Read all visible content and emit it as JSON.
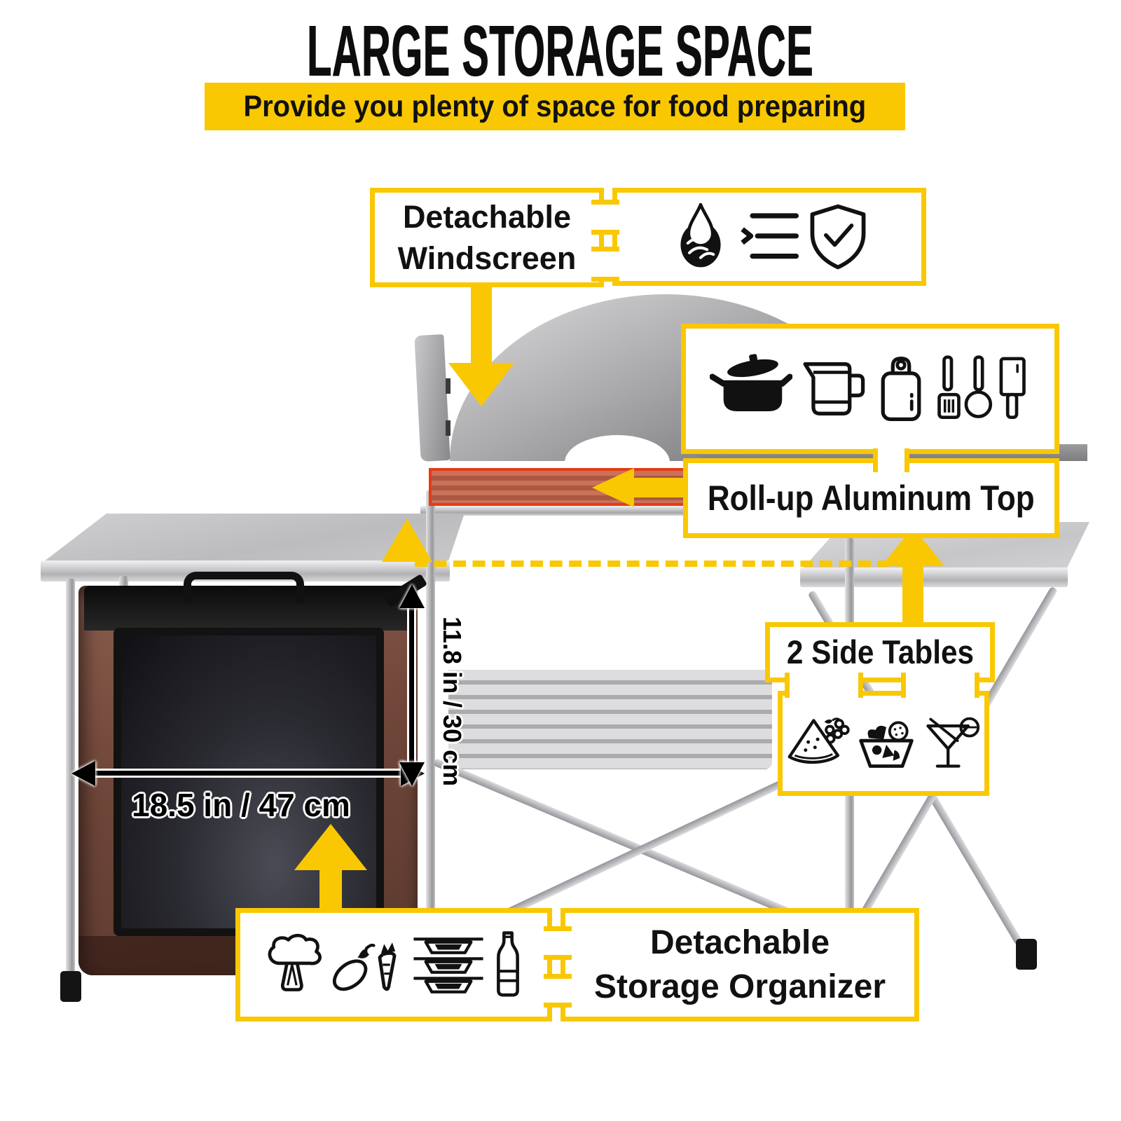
{
  "header": {
    "title": "LARGE STORAGE SPACE",
    "subtitle": "Provide you plenty of space for food preparing"
  },
  "callouts": {
    "windscreen": {
      "line1": "Detachable",
      "line2": "Windscreen"
    },
    "rolltop": {
      "label": "Roll-up Aluminum Top"
    },
    "side_tables": {
      "label": "2 Side Tables"
    },
    "organizer": {
      "line1": "Detachable",
      "line2": "Storage Organizer"
    }
  },
  "dimensions": {
    "width_label": "18.5 in / 47 cm",
    "height_label": "11.8 in / 30 cm"
  },
  "icon_groups": {
    "windscreen_features": [
      "water-drop-fire-icon",
      "checklist-icon",
      "shield-check-icon"
    ],
    "cookware": [
      "pot-icon",
      "kettle-icon",
      "cutting-board-icon",
      "utensils-icon"
    ],
    "side_table_food": [
      "watermelon-grapes-icon",
      "salad-bowl-icon",
      "cocktail-icon"
    ],
    "organizer_items": [
      "broccoli-icon",
      "eggplant-carrot-icon",
      "stacked-trays-icon",
      "bottle-icon"
    ]
  },
  "colors": {
    "accent_yellow": "#F9C802",
    "highlight_red_border": "#E53A17",
    "rolltop_red": "#B85C46",
    "organizer_brown": "#6F4639",
    "windscreen_gray": "#A8A8AA",
    "table_gray": "#C8C8CA",
    "text_black": "#111111"
  }
}
